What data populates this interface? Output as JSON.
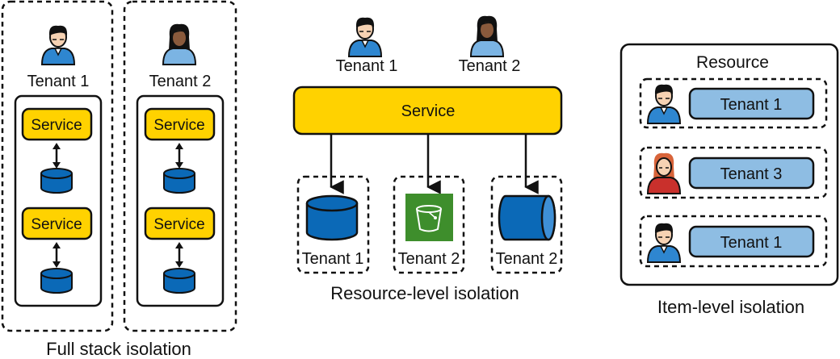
{
  "full_stack": {
    "caption": "Full stack isolation",
    "columns": [
      {
        "tenant": "Tenant 1",
        "services": [
          "Service",
          "Service"
        ]
      },
      {
        "tenant": "Tenant 2",
        "services": [
          "Service",
          "Service"
        ]
      }
    ]
  },
  "resource_level": {
    "caption": "Resource-level isolation",
    "tenants": [
      "Tenant 1",
      "Tenant 2"
    ],
    "service_label": "Service",
    "resources": [
      {
        "kind": "database-icon",
        "label": "Tenant 1"
      },
      {
        "kind": "bucket-icon",
        "label": "Tenant 2"
      },
      {
        "kind": "queue-icon",
        "label": "Tenant 2"
      }
    ]
  },
  "item_level": {
    "caption": "Item-level isolation",
    "resource_title": "Resource",
    "items": [
      {
        "label": "Tenant 1",
        "avatar": "male-user-icon"
      },
      {
        "label": "Tenant 3",
        "avatar": "female-user-icon"
      },
      {
        "label": "Tenant 1",
        "avatar": "male-user-icon"
      }
    ]
  },
  "colors": {
    "service_yellow": "#FFD200",
    "db_blue": "#0B69B7",
    "item_blue": "#8EBDE3",
    "bucket_green": "#3E8E2C",
    "user_blue": "#2E86D0",
    "user_red": "#C9302C"
  }
}
